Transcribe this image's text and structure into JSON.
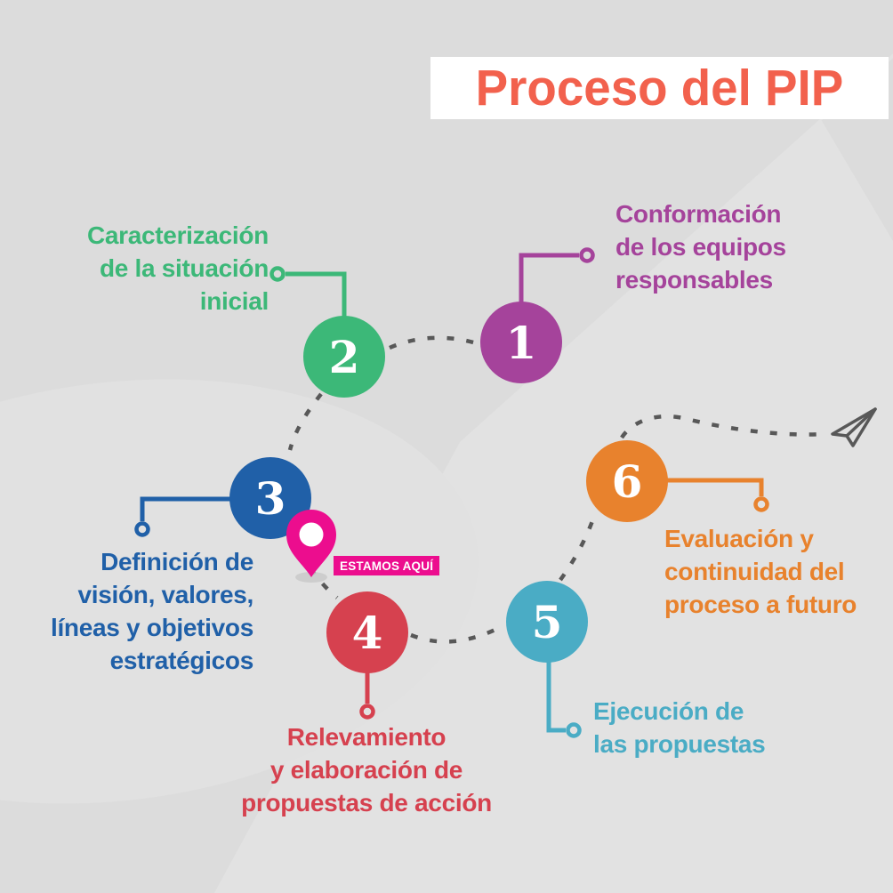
{
  "title": {
    "text": "Proceso del PIP",
    "text_color": "#f2614d",
    "box_color": "#ffffff"
  },
  "background": {
    "base_color": "#dcdcdc",
    "accent_light": "#e2e2e2"
  },
  "path": {
    "dot_color": "#585858",
    "style": "dashed"
  },
  "arrow_icon": "paper-plane-icon",
  "current_location": {
    "label": "ESTAMOS AQUÍ",
    "pin_color": "#ec0d8e",
    "label_bg": "#ec0d8e",
    "label_text_color": "#ffffff",
    "position_after_step": "3"
  },
  "steps": [
    {
      "number": "1",
      "label": "Conformación de los equipos responsables",
      "lines": [
        "Conformación",
        "de los equipos",
        "responsables"
      ],
      "color": "#a5439b"
    },
    {
      "number": "2",
      "label": "Caracterización de la situación inicial",
      "lines": [
        "Caracterización",
        "de la situación",
        "inicial"
      ],
      "color": "#3cb878"
    },
    {
      "number": "3",
      "label": "Definición de visión, valores, líneas y objetivos estratégicos",
      "lines": [
        "Definición de",
        "visión, valores,",
        "líneas y objetivos",
        "estratégicos"
      ],
      "color": "#2060a8"
    },
    {
      "number": "4",
      "label": "Relevamiento y elaboración de propuestas de acción",
      "lines": [
        "Relevamiento",
        "y elaboración de",
        "propuestas de acción"
      ],
      "color": "#d6414f"
    },
    {
      "number": "5",
      "label": "Ejecución de las propuestas",
      "lines": [
        "Ejecución de",
        "las propuestas"
      ],
      "color": "#4aacc5"
    },
    {
      "number": "6",
      "label": "Evaluación y continuidad del proceso a futuro",
      "lines": [
        "Evaluación y",
        "continuidad del",
        "proceso a futuro"
      ],
      "color": "#e8822d"
    }
  ]
}
